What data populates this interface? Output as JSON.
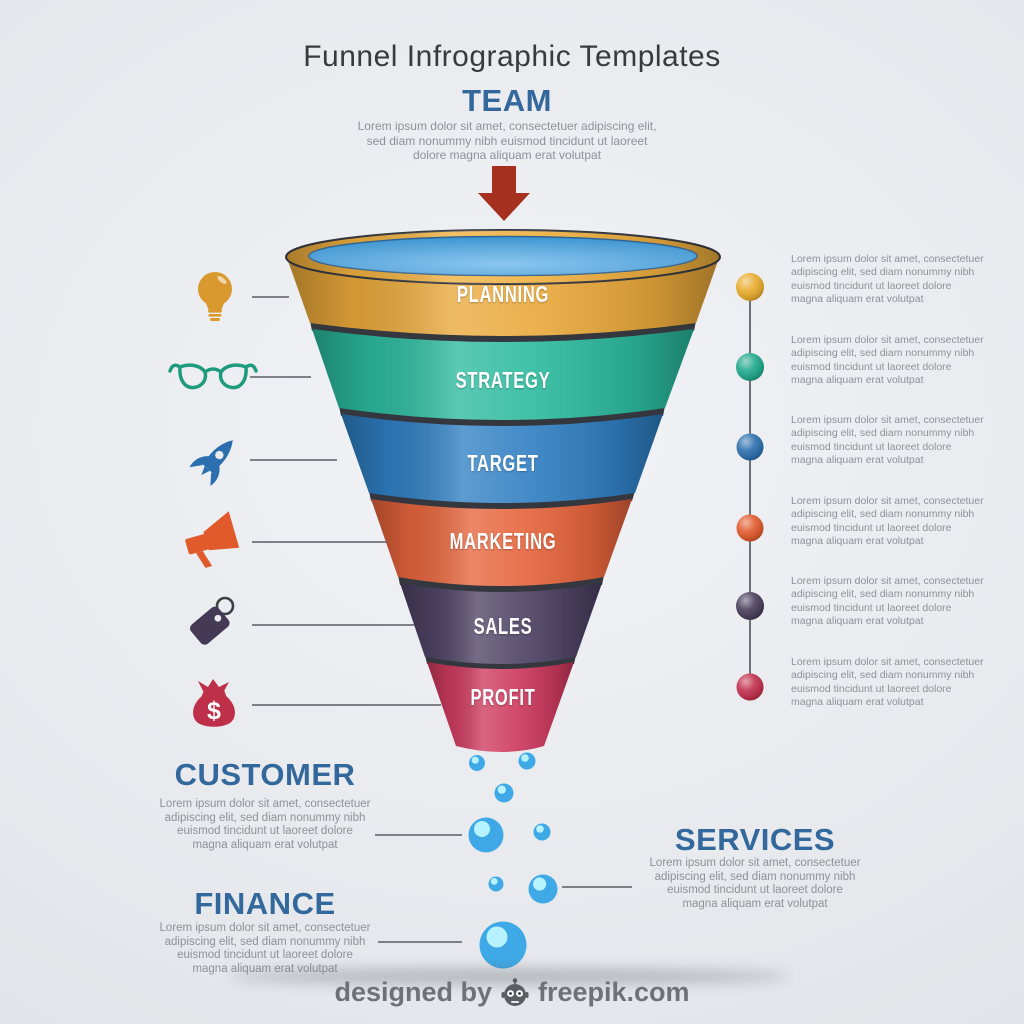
{
  "title": "Funnel Infrographic Templates",
  "team": {
    "label": "TEAM",
    "description": "Lorem ipsum dolor sit amet, consectetuer adipiscing elit,\nsed diam nonummy nibh euismod tincidunt ut laoreet\ndolore magna aliquam erat volutpat"
  },
  "funnel": {
    "segments": [
      {
        "label": "PLANNING",
        "color": "#E9A83A",
        "icon": "lightbulb-icon",
        "icon_color": "#D9992E",
        "dot_color": "#E9AD2E",
        "note": "Lorem ipsum dolor sit amet, consectetuer\nadipiscing elit, sed diam nonummy nibh\neuismod tincidunt ut laoreet dolore\nmagna aliquam erat volutpat"
      },
      {
        "label": "STRATEGY",
        "color": "#2BBA9E",
        "icon": "glasses-icon",
        "icon_color": "#1E9B7D",
        "dot_color": "#21A98E",
        "note": "Lorem ipsum dolor sit amet, consectetuer\nadipiscing elit, sed diam nonummy nibh\neuismod tincidunt ut laoreet dolore\nmagna aliquam erat volutpat"
      },
      {
        "label": "TARGET",
        "color": "#2F7FC3",
        "icon": "rocket-icon",
        "icon_color": "#2C6FAE",
        "dot_color": "#2D70AE",
        "note": "Lorem ipsum dolor sit amet, consectetuer\nadipiscing elit, sed diam nonummy nibh\neuismod tincidunt ut laoreet dolore\nmagna aliquam erat volutpat"
      },
      {
        "label": "MARKETING",
        "color": "#E6643C",
        "icon": "megaphone-icon",
        "icon_color": "#E05A2B",
        "dot_color": "#E15A2D",
        "note": "Lorem ipsum dolor sit amet, consectetuer\nadipiscing elit, sed diam nonummy nibh\neuismod tincidunt ut laoreet dolore\nmagna aliquam erat volutpat"
      },
      {
        "label": "SALES",
        "color": "#4E4365",
        "icon": "price-tag-icon",
        "icon_color": "#443A55",
        "dot_color": "#493E5C",
        "note": "Lorem ipsum dolor sit amet, consectetuer\nadipiscing elit, sed diam nonummy nibh\neuismod tincidunt ut laoreet dolore\nmagna aliquam erat volutpat"
      },
      {
        "label": "PROFIT",
        "color": "#CE3A5F",
        "icon": "money-bag-icon",
        "icon_color": "#BE3049",
        "dot_color": "#C22F4C",
        "note": "Lorem ipsum dolor sit amet, consectetuer\nadipiscing elit, sed diam nonummy nibh\neuismod tincidunt ut laoreet dolore\nmagna aliquam erat volutpat"
      }
    ],
    "top_rim_color": "#EFAF3E",
    "top_inner_color": "#4AA7E6",
    "separator_color": "#34373E",
    "arrow_color": "#A5301F"
  },
  "customer": {
    "label": "CUSTOMER",
    "description": "Lorem ipsum dolor sit amet, consectetuer\nadipiscing elit, sed diam nonummy nibh\neuismod tincidunt ut laoreet dolore\nmagna aliquam erat volutpat"
  },
  "services": {
    "label": "SERVICES",
    "description": "Lorem ipsum dolor sit amet, consectetuer\nadipiscing elit, sed diam nonummy nibh\neuismod tincidunt ut laoreet dolore\nmagna aliquam erat volutpat"
  },
  "finance": {
    "label": "FINANCE",
    "description": "Lorem ipsum dolor sit amet, consectetuer\nadipiscing elit, sed diam nonummy nibh\neuismod tincidunt ut laoreet dolore\nmagna aliquam erat volutpat"
  },
  "drops": {
    "color": "#3FA9E8",
    "highlight": "#B6F2FF"
  },
  "dollar_sign": "$",
  "footer": {
    "prefix": "designed by",
    "brand": "freepik.com",
    "icon": "freepik-robot-icon"
  },
  "colors": {
    "heading_blue": "#33689C",
    "title_gray": "#3A3A3E",
    "body_gray": "#8D9199",
    "segment_label_white": "#FFFFFF",
    "footer_gray": "#6E7276",
    "background": "#E9EBEF"
  }
}
